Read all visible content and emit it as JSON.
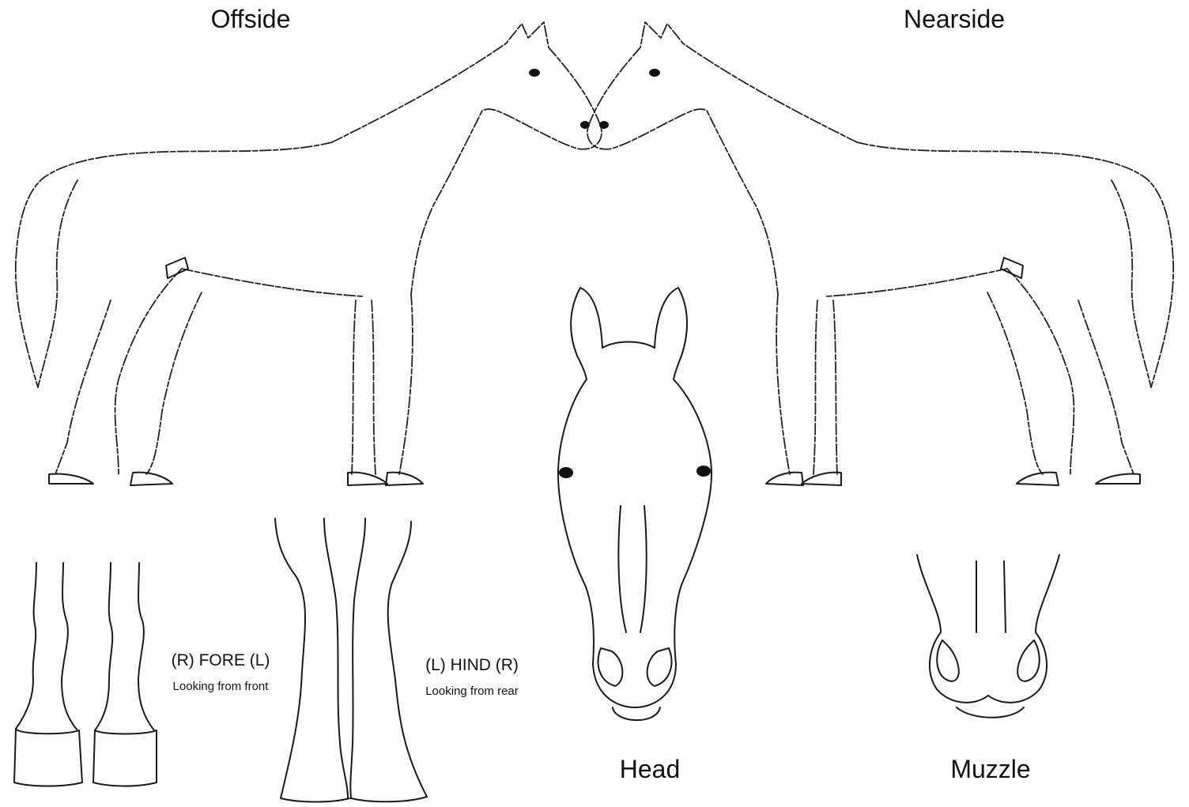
{
  "titles": {
    "offside": "Offside",
    "nearside": "Nearside",
    "head": "Head",
    "muzzle": "Muzzle"
  },
  "legs": {
    "fore_label": "(R) FORE (L)",
    "fore_caption": "Looking from front",
    "hind_label": "(L) HIND (R)",
    "hind_caption": "Looking from rear"
  }
}
